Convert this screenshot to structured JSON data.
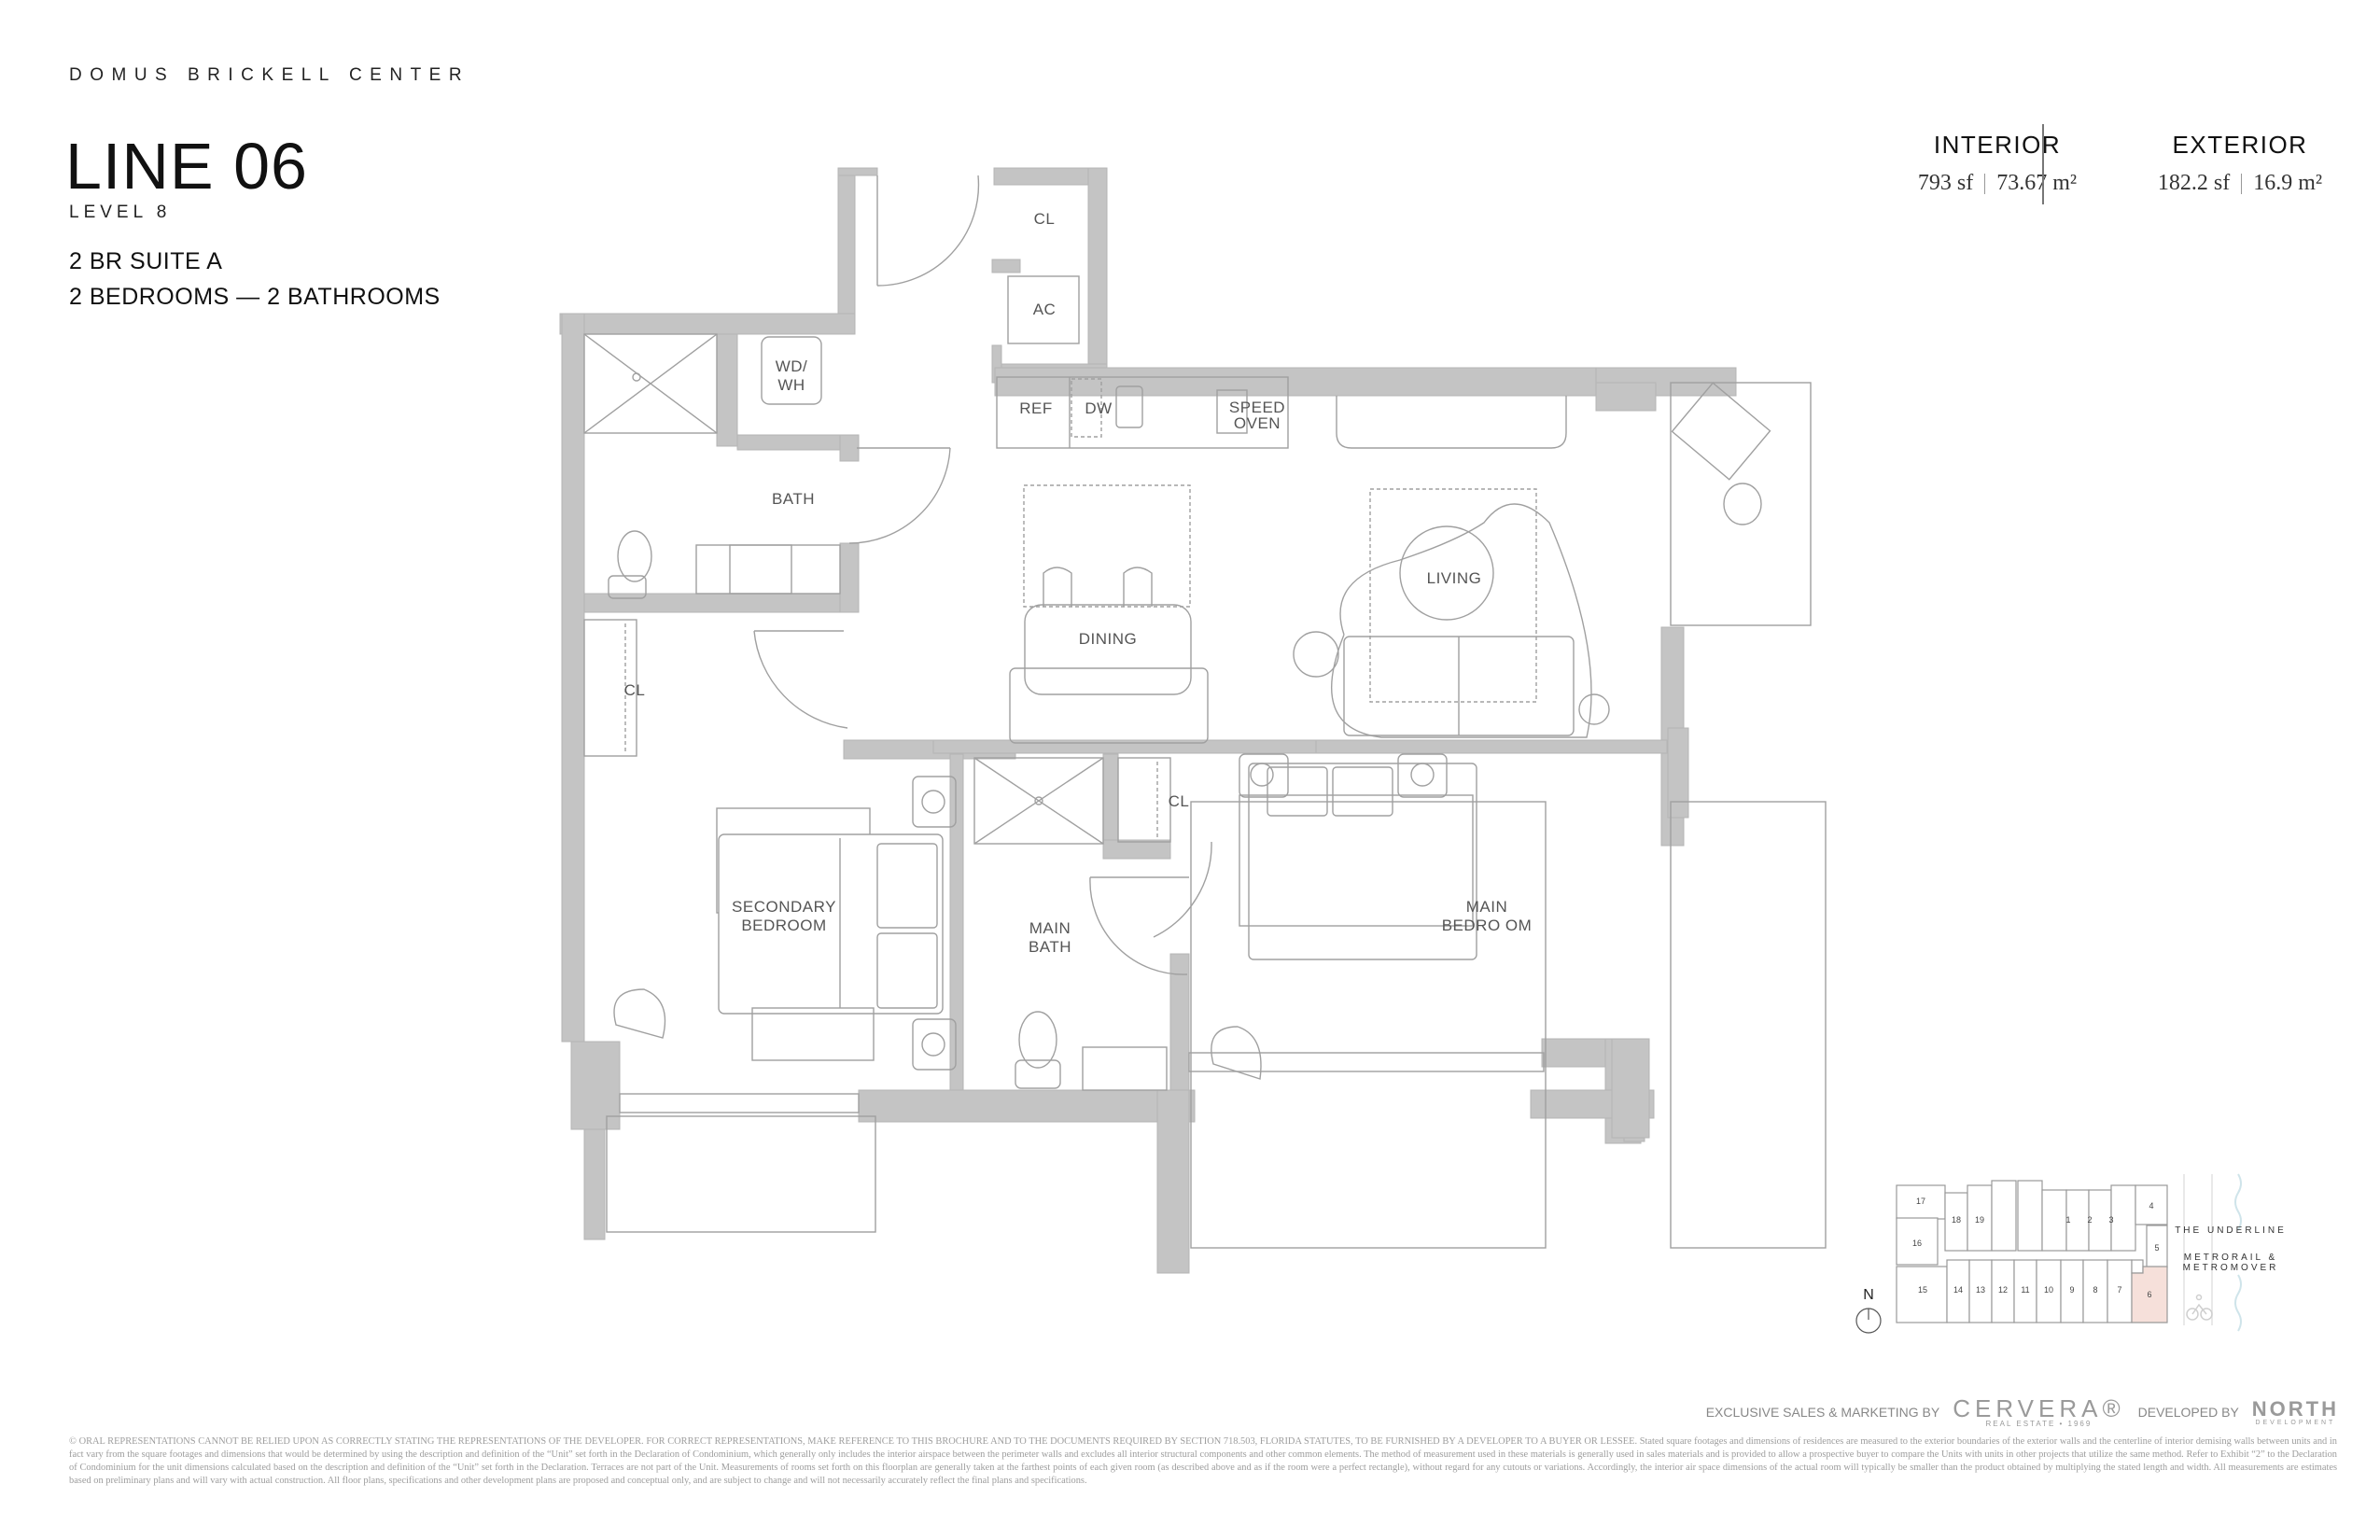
{
  "header": {
    "brand": "DOMUS BRICKELL CENTER",
    "line_title": "LINE 06",
    "level": "LEVEL 8",
    "suite": "2 BR SUITE A",
    "bed_bath": "2 BEDROOMS — 2 BATHROOMS"
  },
  "areas": {
    "interior": {
      "label": "INTERIOR",
      "sf": "793 sf",
      "m2": "73.67 m²"
    },
    "exterior": {
      "label": "EXTERIOR",
      "sf": "182.2 sf",
      "m2": "16.9 m²"
    }
  },
  "floorplan": {
    "wall_color": "#c4c4c4",
    "line_color": "#9a9a9a",
    "labels": {
      "cl_entry": "CL",
      "ac": "AC",
      "wd_wh_1": "WD/",
      "wd_wh_2": "WH",
      "ref": "REF",
      "dw": "DW",
      "speed_oven_1": "SPEED",
      "speed_oven_2": "OVEN",
      "bath": "BATH",
      "dining": "DINING",
      "living": "LIVING",
      "cl_hall": "CL",
      "cl_main": "CL",
      "secondary_bedroom_1": "SECONDARY",
      "secondary_bedroom_2": "BEDROOM",
      "main_bath_1": "MAIN",
      "main_bath_2": "BATH",
      "main_bedroom_1": "MAIN",
      "main_bedroom_2": "BEDRO OM"
    }
  },
  "keyplan": {
    "compass_label": "N",
    "highlight_color": "#f6e0da",
    "highlighted_unit": "6",
    "units": [
      "1",
      "2",
      "3",
      "4",
      "5",
      "6",
      "7",
      "8",
      "9",
      "10",
      "11",
      "12",
      "13",
      "14",
      "15",
      "16",
      "17",
      "18",
      "19"
    ],
    "street_1": "THE UNDERLINE",
    "street_2a": "METRORAIL &",
    "street_2b": "METROMOVER"
  },
  "credits": {
    "sales_prefix": "EXCLUSIVE SALES & MARKETING BY",
    "sales_brand": "CERVERA®",
    "sales_tagline": "REAL ESTATE • 1969",
    "dev_prefix": "DEVELOPED BY",
    "dev_brand": "NORTH",
    "dev_tagline": "DEVELOPMENT"
  },
  "disclaimer": "© ORAL REPRESENTATIONS CANNOT BE RELIED UPON AS CORRECTLY STATING THE REPRESENTATIONS OF THE DEVELOPER. FOR CORRECT REPRESENTATIONS, MAKE REFERENCE TO THIS BROCHURE AND TO THE DOCUMENTS REQUIRED BY SECTION 718.503, FLORIDA STATUTES, TO BE FURNISHED BY A DEVELOPER TO A BUYER OR LESSEE. Stated square footages and dimensions of residences are measured to the exterior boundaries of the exterior walls and the centerline of interior demising walls between units and in fact vary from the square footages and dimensions that would be determined by using the description and definition of the “Unit” set forth in the Declaration of Condominium, which generally only includes the interior airspace between the perimeter walls and excludes all interior structural components and other common elements. The method of measurement used in these materials is generally used in sales materials and is provided to allow a prospective buyer to compare the Units with units in other projects that utilize the same method. Refer to Exhibit “2” to the Declaration of Condominium for the unit dimensions calculated based on the description and definition of the “Unit” set forth in the Declaration. Terraces are not part of the Unit. Measurements of rooms set forth on this floorplan are generally taken at the farthest points of each given room (as described above and as if the room were a perfect rectangle), without regard for any cutouts or variations. Accordingly, the interior air space dimensions of the actual room will typically be smaller than the product obtained by multiplying the stated length and width. All measurements are estimates based on preliminary plans and will vary with actual construction. All floor plans, specifications and other development plans are proposed and conceptual only, and are subject to change and will not necessarily accurately reflect the final plans and specifications."
}
